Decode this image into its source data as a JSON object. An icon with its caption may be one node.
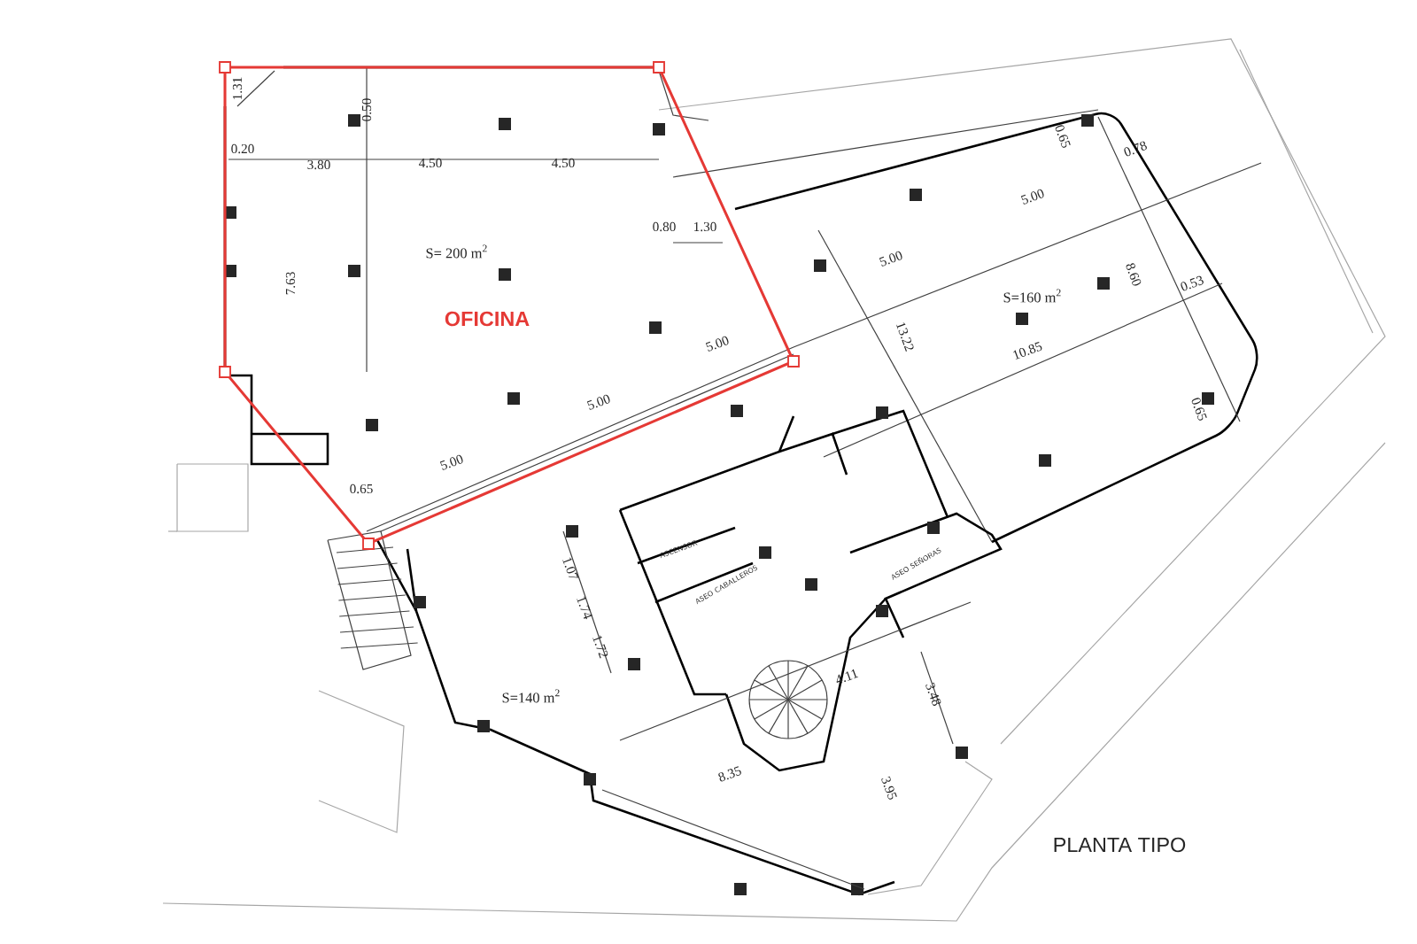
{
  "diagram": {
    "nodes": [
      {
        "text": [
          "OFICINA"
        ]
      }
    ],
    "labels": [
      "1.31",
      "0.50",
      "0.20",
      "3.80",
      "4.50",
      "4.50",
      "7.63",
      "S= 200 m$^{2}$",
      "0.80",
      "1.30",
      "5.00",
      "5.00",
      "5.00",
      "0.65",
      "0.65",
      "0.78",
      "5.00",
      "5.00",
      "13.22",
      "S=160 m$^{2}$",
      "8.60",
      "0.53",
      "10.85",
      "0.65",
      "ASCENSOR",
      "ASEO CABALLEROS",
      "ASEO SEÑORAS",
      "1.07",
      "1.74",
      "1.72",
      "S=140 m$^{2}$",
      "4.11",
      "3.48",
      "8.35",
      "3.95",
      "PLANTA TIPO"
    ]
  }
}
